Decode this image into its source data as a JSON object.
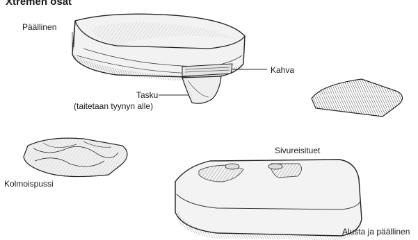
{
  "title": "Xtremen osat",
  "labels": {
    "cover": "Päällinen",
    "handle": "Kahva",
    "pocket": "Tasku",
    "pocket_note": "(taitetaan tyynyn alle)",
    "triple_pouch": "Kolmoispussi",
    "side_supports": "Sivureisituet",
    "base_and_cover": "Alusta ja päällinen"
  }
}
